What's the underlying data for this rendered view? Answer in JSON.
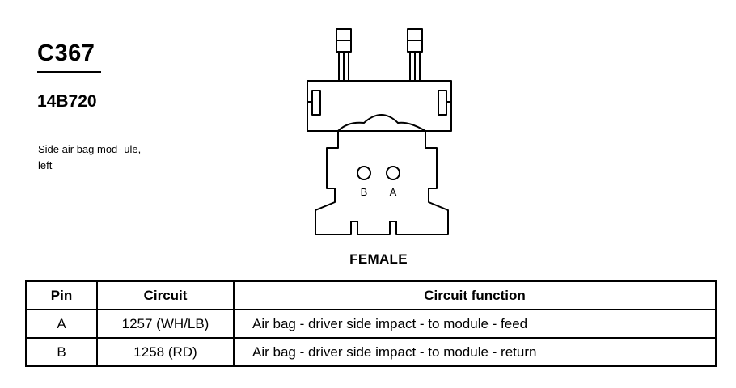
{
  "connector": {
    "id": "C367",
    "part_number": "14B720",
    "description": "Side air bag mod- ule, left",
    "gender": "FEMALE"
  },
  "diagram": {
    "pins": [
      {
        "label": "B"
      },
      {
        "label": "A"
      }
    ]
  },
  "table": {
    "headers": {
      "pin": "Pin",
      "circuit": "Circuit",
      "function": "Circuit function"
    },
    "rows": [
      {
        "pin": "A",
        "circuit": "1257 (WH/LB)",
        "function": "Air bag - driver side impact - to module - feed"
      },
      {
        "pin": "B",
        "circuit": "1258 (RD)",
        "function": "Air bag - driver side impact - to module - return"
      }
    ]
  }
}
